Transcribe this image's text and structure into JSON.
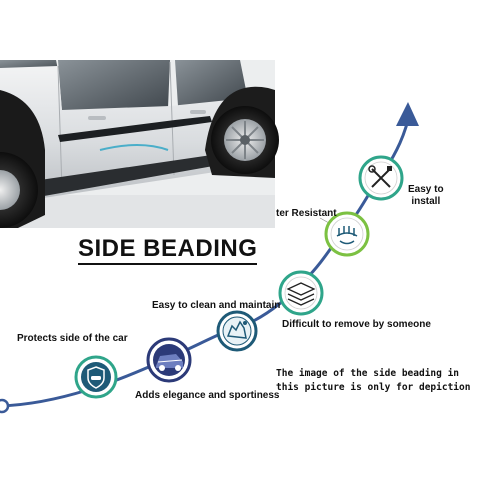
{
  "title": "SIDE BEADING",
  "features": {
    "protects": "Protects side of the car",
    "elegance": "Adds elegance and sportiness",
    "clean": "Easy to clean and maintain",
    "difficult": "Difficult to remove by someone",
    "water": "ter Resistant",
    "install_line1": "Easy to",
    "install_line2": "install"
  },
  "note": "The image of the side beading in this picture is only for depiction",
  "colors": {
    "curve": "#3a5a98",
    "ring_teal": "#2fa58a",
    "ring_green": "#7cc142",
    "icon_bg": "#1e5a77"
  },
  "icons": [
    "shield-car-icon",
    "car-side-icon",
    "hand-wash-icon",
    "layers-icon",
    "water-drops-icon",
    "tools-icon",
    "car-photo"
  ]
}
